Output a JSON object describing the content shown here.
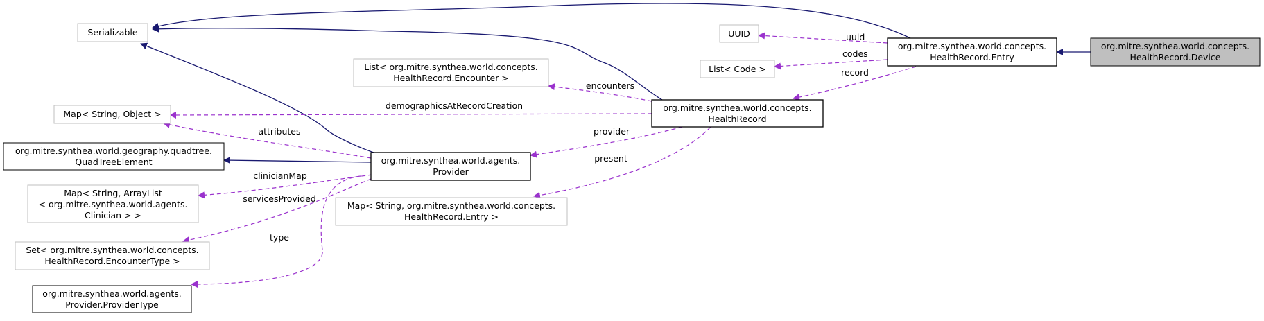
{
  "colors": {
    "inheritance_edge": "#191970",
    "usage_edge": "#9a32cd",
    "external_border": "#bfbfbf",
    "class_border": "#000000",
    "focus_fill": "#bfbfbf"
  },
  "nodes": {
    "serializable": {
      "lines": [
        "Serializable"
      ]
    },
    "uuid": {
      "lines": [
        "UUID"
      ]
    },
    "list_code": {
      "lines": [
        "List< Code >"
      ]
    },
    "list_encounter": {
      "lines": [
        "List< org.mitre.synthea.world.concepts.",
        "HealthRecord.Encounter >"
      ]
    },
    "map_string_object": {
      "lines": [
        "Map< String, Object >"
      ]
    },
    "quadtree_element": {
      "lines": [
        "org.mitre.synthea.world.geography.quadtree.",
        "QuadTreeElement"
      ]
    },
    "map_clinician": {
      "lines": [
        "Map< String, ArrayList",
        "< org.mitre.synthea.world.agents.",
        "Clinician > >"
      ]
    },
    "set_encounter_type": {
      "lines": [
        "Set< org.mitre.synthea.world.concepts.",
        "HealthRecord.EncounterType >"
      ]
    },
    "provider_type": {
      "lines": [
        "org.mitre.synthea.world.agents.",
        "Provider.ProviderType"
      ]
    },
    "provider": {
      "lines": [
        "org.mitre.synthea.world.agents.",
        "Provider"
      ]
    },
    "health_record": {
      "lines": [
        "org.mitre.synthea.world.concepts.",
        "HealthRecord"
      ]
    },
    "map_entry": {
      "lines": [
        "Map< String, org.mitre.synthea.world.concepts.",
        "HealthRecord.Entry >"
      ]
    },
    "entry": {
      "lines": [
        "org.mitre.synthea.world.concepts.",
        "HealthRecord.Entry"
      ]
    },
    "device": {
      "lines": [
        "org.mitre.synthea.world.concepts.",
        "HealthRecord.Device"
      ]
    }
  },
  "edge_labels": {
    "uuid": "uuid",
    "codes": "codes",
    "record": "record",
    "encounters": "encounters",
    "demographics": "demographicsAtRecordCreation",
    "attributes": "attributes",
    "provider": "provider",
    "present": "present",
    "clinician_map": "clinicianMap",
    "services_provided": "servicesProvided",
    "type": "type"
  }
}
